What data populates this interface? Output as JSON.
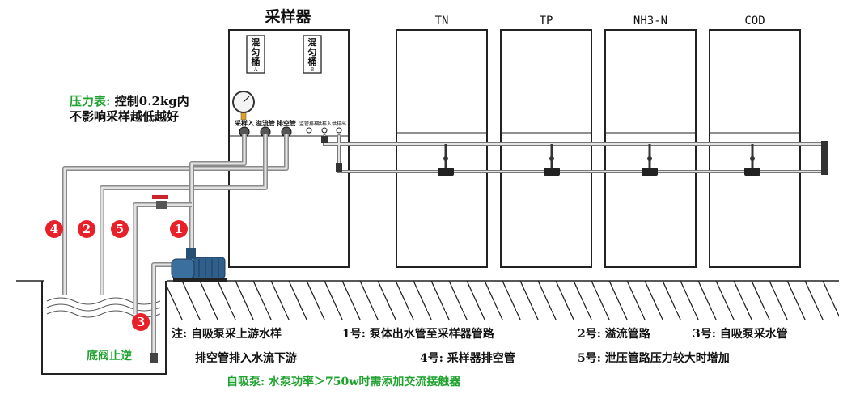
{
  "sampler": {
    "title": "采样器",
    "bucket_a": {
      "name": "混匀桶",
      "tag": "A"
    },
    "bucket_b": {
      "name": "混匀桶",
      "tag": "B"
    },
    "ports": [
      "采样入",
      "溢流管",
      "排空管",
      "监管排样",
      "供样入",
      "供样出"
    ]
  },
  "analyzers": [
    "TN",
    "TP",
    "NH3-N",
    "COD"
  ],
  "pressure_note": {
    "label": "压力表:",
    "text": "控制0.2kg内",
    "line2": "不影响采样越低越好"
  },
  "markers": [
    "1",
    "2",
    "3",
    "4",
    "5"
  ],
  "valve_label": "底阀止逆",
  "notes": {
    "n0": "注: 自吸泵采上游水样",
    "n1": "1号: 泵体出水管至采样器管路",
    "n2": "2号: 溢流管路",
    "n3": "3号: 自吸泵采水管",
    "n4": "排空管排入水流下游",
    "n5": "4号: 采样器排空管",
    "n6": "5号: 泄压管路压力较大时增加"
  },
  "pump_note": "自吸泵: 水泵功率＞750w时需添加交流接触器",
  "colors": {
    "marker": "#e8202a",
    "green": "#1fa32e",
    "pipe": "#bfbfbf",
    "pump": "#2f5f8a"
  }
}
